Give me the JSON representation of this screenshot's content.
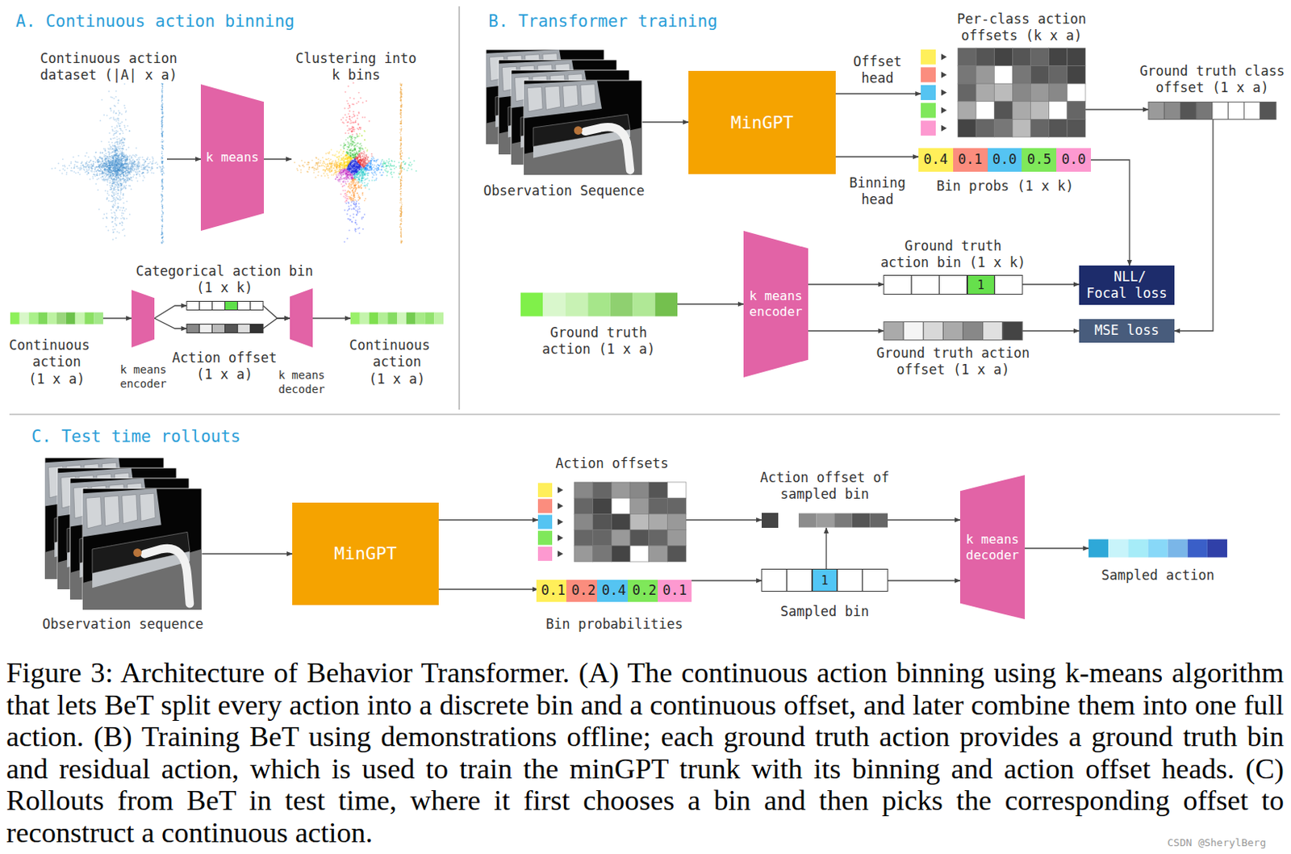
{
  "diagram": {
    "caption": "Figure 3: Architecture of Behavior Transformer. (A) The continuous action binning using k-means algorithm that lets BeT split every action into a discrete bin and a continuous offset, and later combine them into one full action. (B) Training BeT using demonstrations offline; each ground truth action provides a ground truth bin and residual action, which is used to train the minGPT trunk with its binning and action offset heads. (C) Rollouts from BeT in test time, where it first chooses a bin and then picks the corresponding offset to reconstruct a continuous action.",
    "nodes": [
      {
        "text": [
          "Continuous action dataset (|A| x a)"
        ]
      },
      {
        "text": [
          "k means"
        ]
      },
      {
        "text": [
          "Clustering into k bins"
        ]
      },
      {
        "text": [
          "Continuous action (1 x a)"
        ]
      },
      {
        "text": [
          "k means encoder"
        ]
      },
      {
        "text": [
          "Categorical action bin (1 x k)"
        ]
      },
      {
        "text": [
          "Action offset (1 x a)"
        ]
      },
      {
        "text": [
          "k means decoder"
        ]
      },
      {
        "text": [
          "Continuous action (1 x a)"
        ]
      },
      {
        "text": [
          "Observation Sequence"
        ]
      },
      {
        "text": [
          "MinGPT"
        ]
      },
      {
        "text": [
          "Per-class action offsets (k x a)"
        ]
      },
      {
        "text": [
          "Bin probs (1 x k)"
        ]
      },
      {
        "text": [
          "0.4"
        ],
        "in": 12
      },
      {
        "text": [
          "0.1"
        ],
        "in": 12
      },
      {
        "text": [
          "0.0"
        ],
        "in": 12
      },
      {
        "text": [
          "0.5"
        ],
        "in": 12
      },
      {
        "text": [
          "0.0"
        ],
        "in": 12
      },
      {
        "text": [
          "Ground truth class offset (1 x a)"
        ]
      },
      {
        "text": [
          "Ground truth action (1 x a)"
        ]
      },
      {
        "text": [
          "k means encoder"
        ]
      },
      {
        "text": [
          "Ground truth action bin (1 x k)"
        ]
      },
      {
        "text": [
          "1"
        ],
        "in": 21
      },
      {
        "text": [
          "Ground truth action offset (1 x a)"
        ]
      },
      {
        "text": [
          "NLL/ Focal loss"
        ]
      },
      {
        "text": [
          "MSE loss"
        ]
      },
      {
        "text": [
          "Observation sequence"
        ]
      },
      {
        "text": [
          "MinGPT"
        ]
      },
      {
        "text": [
          "Action offsets"
        ]
      },
      {
        "text": [
          "Bin probabilities"
        ]
      },
      {
        "text": [
          "0.1"
        ],
        "in": 29
      },
      {
        "text": [
          "0.2"
        ],
        "in": 29
      },
      {
        "text": [
          "0.4"
        ],
        "in": 29
      },
      {
        "text": [
          "0.2"
        ],
        "in": 29
      },
      {
        "text": [
          "0.1"
        ],
        "in": 29
      },
      {
        "text": [
          "Action offset of sampled bin"
        ]
      },
      {
        "text": [
          "Sampled bin"
        ]
      },
      {
        "text": [
          "1"
        ],
        "in": 36
      },
      {
        "text": [
          "k means decoder"
        ]
      },
      {
        "text": [
          "Sampled action"
        ]
      }
    ],
    "edges": [
      {
        "from": 0,
        "to": 1,
        "arrow": "to"
      },
      {
        "from": 1,
        "to": 2,
        "arrow": "to"
      },
      {
        "from": 3,
        "to": 4,
        "arrow": "to"
      },
      {
        "from": 4,
        "to": 5,
        "arrow": "to"
      },
      {
        "from": 4,
        "to": 6,
        "arrow": "to"
      },
      {
        "from": 5,
        "to": 7,
        "arrow": "to"
      },
      {
        "from": 6,
        "to": 7,
        "arrow": "to"
      },
      {
        "from": 7,
        "to": 8,
        "arrow": "to"
      },
      {
        "from": 9,
        "to": 10,
        "arrow": "to"
      },
      {
        "from": 10,
        "to": 11,
        "label": "Offset head",
        "arrow": "to"
      },
      {
        "from": 10,
        "to": 12,
        "label": "Binning head",
        "arrow": "to"
      },
      {
        "from": 11,
        "to": 18,
        "arrow": "to"
      },
      {
        "from": 12,
        "to": 24,
        "arrow": "to"
      },
      {
        "from": 18,
        "to": 25,
        "arrow": "to"
      },
      {
        "from": 19,
        "to": 20,
        "arrow": "to"
      },
      {
        "from": 20,
        "to": 21,
        "arrow": "to"
      },
      {
        "from": 20,
        "to": 23,
        "arrow": "to"
      },
      {
        "from": 21,
        "to": 24,
        "arrow": "to"
      },
      {
        "from": 23,
        "to": 25,
        "arrow": "to"
      },
      {
        "from": 26,
        "to": 27,
        "arrow": "to"
      },
      {
        "from": 27,
        "to": 28,
        "arrow": "to"
      },
      {
        "from": 27,
        "to": 29,
        "arrow": "to"
      },
      {
        "from": 28,
        "to": 35,
        "arrow": "to"
      },
      {
        "from": 29,
        "to": 36,
        "arrow": "to"
      },
      {
        "from": 36,
        "to": 35,
        "arrow": "to"
      },
      {
        "from": 35,
        "to": 38,
        "arrow": "to"
      },
      {
        "from": 36,
        "to": 38,
        "arrow": "to"
      },
      {
        "from": 38,
        "to": 39,
        "arrow": "to"
      }
    ],
    "labels": [
      "A. Continuous action binning",
      "B. Transformer training",
      "C. Test time rollouts",
      "CSDN @SherylBerg"
    ]
  }
}
